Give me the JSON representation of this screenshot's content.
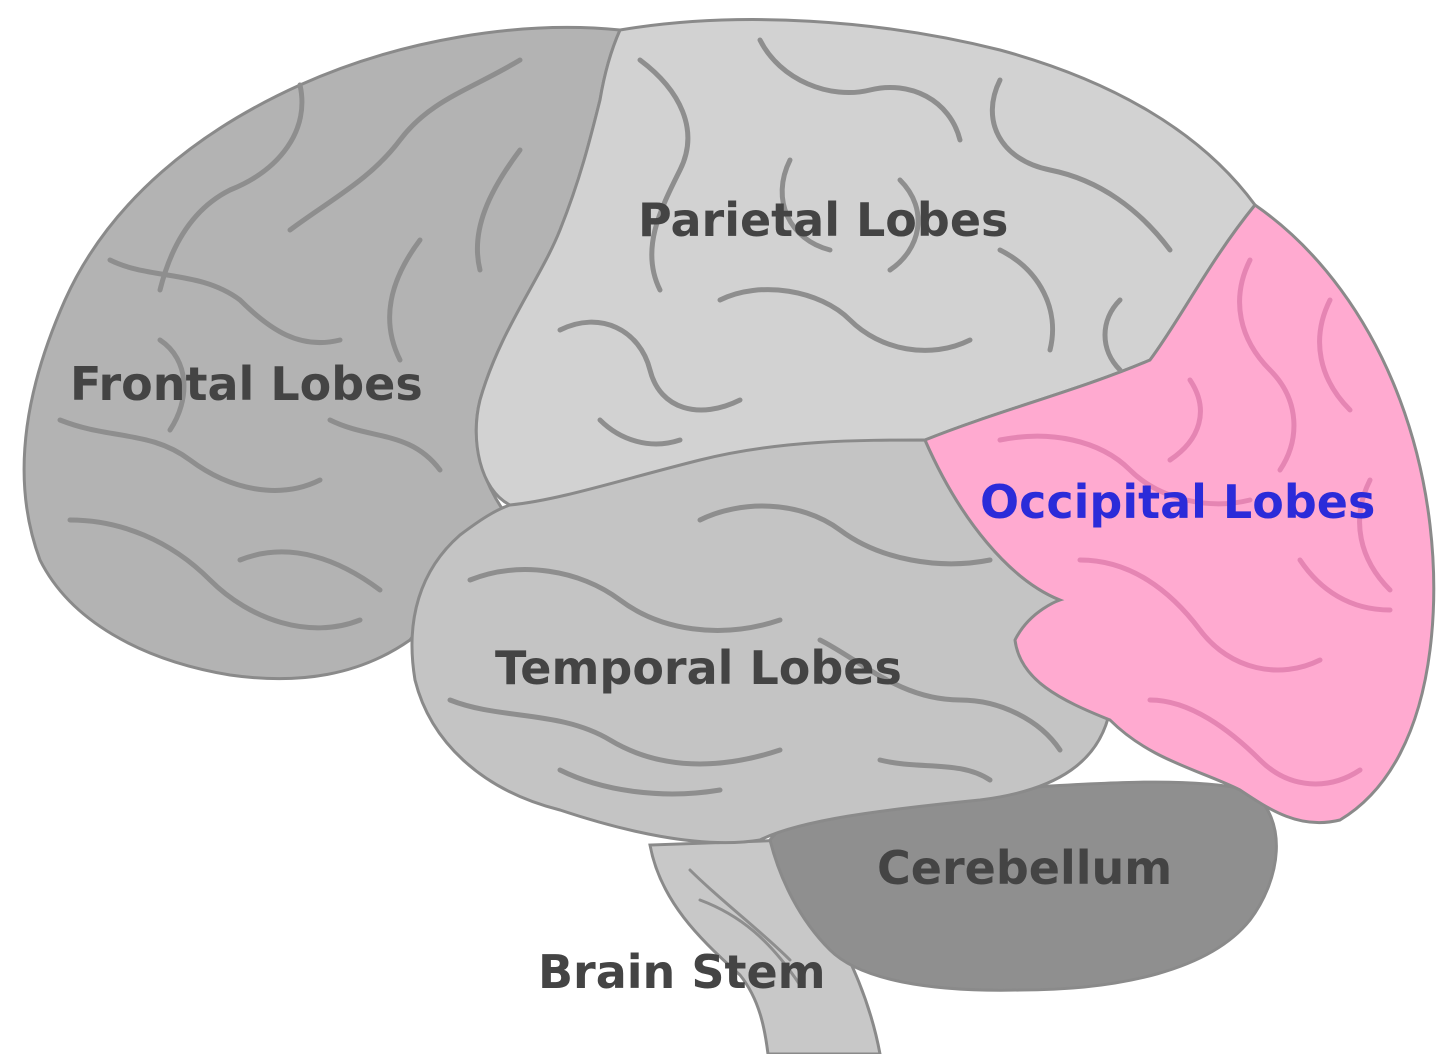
{
  "labels": {
    "frontal": "Frontal Lobes",
    "parietal": "Parietal Lobes",
    "occipital": "Occipital Lobes",
    "temporal": "Temporal Lobes",
    "cerebellum": "Cerebellum",
    "brain_stem": "Brain Stem"
  },
  "colors": {
    "frontal_fill": "#b3b3b3",
    "parietal_fill": "#d2d2d2",
    "occipital_fill": "#ffaad0",
    "temporal_fill": "#c4c4c4",
    "cerebellum_fill": "#8f8f8f",
    "brain_stem_fill": "#c8c8c8",
    "outline": "#8a8a8a",
    "fold_line": "#8e8e8e",
    "occipital_fold_line": "#e585b3",
    "label_text": "#444444",
    "highlight_label_text": "#2b2bd9"
  },
  "highlighted_region": "occipital"
}
